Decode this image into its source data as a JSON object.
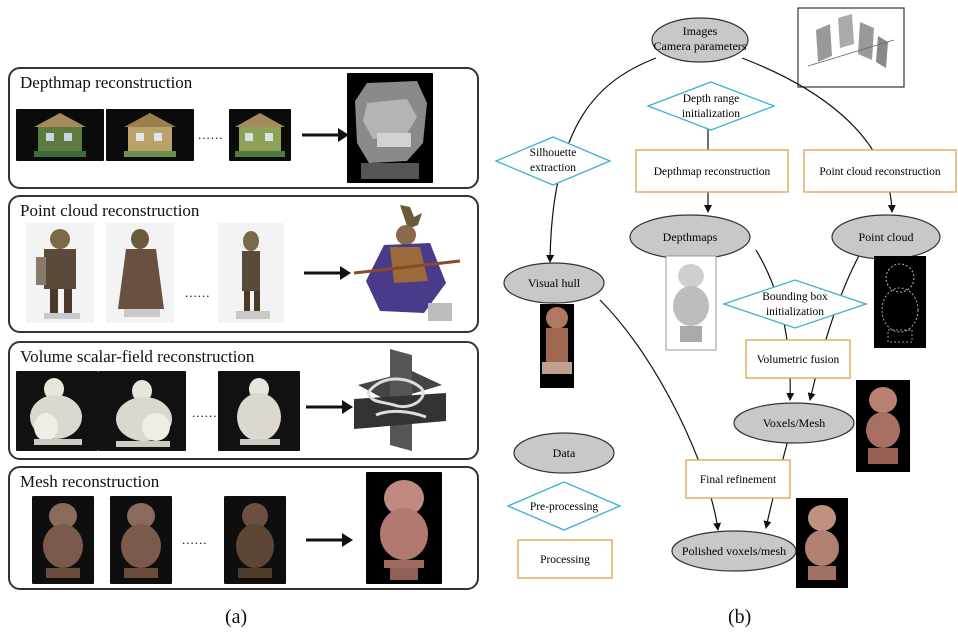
{
  "panel_a": {
    "rows": [
      {
        "title": "Depthmap reconstruction",
        "ellipsis": "......"
      },
      {
        "title": "Point cloud reconstruction",
        "ellipsis": "......"
      },
      {
        "title": "Volume scalar-field reconstruction",
        "ellipsis": "......"
      },
      {
        "title": "Mesh reconstruction",
        "ellipsis": "......"
      }
    ],
    "caption": "(a)"
  },
  "panel_b": {
    "nodes": {
      "images_line1": "Images",
      "images_line2": "Camera parameters",
      "depth_range_line1": "Depth range",
      "depth_range_line2": "initialization",
      "silhouette_line1": "Silhouette",
      "silhouette_line2": "extraction",
      "depthmap_recon": "Depthmap reconstruction",
      "pointcloud_recon": "Point cloud reconstruction",
      "depthmaps": "Depthmaps",
      "point_cloud": "Point cloud",
      "visual_hull": "Visual hull",
      "bbox_line1": "Bounding box",
      "bbox_line2": "initialization",
      "volumetric_fusion": "Volumetric fusion",
      "voxels_mesh": "Voxels/Mesh",
      "final_refinement": "Final refinement",
      "polished": "Polished voxels/mesh"
    },
    "legend": {
      "data": "Data",
      "preprocessing": "Pre-processing",
      "processing": "Processing"
    },
    "caption": "(b)"
  }
}
